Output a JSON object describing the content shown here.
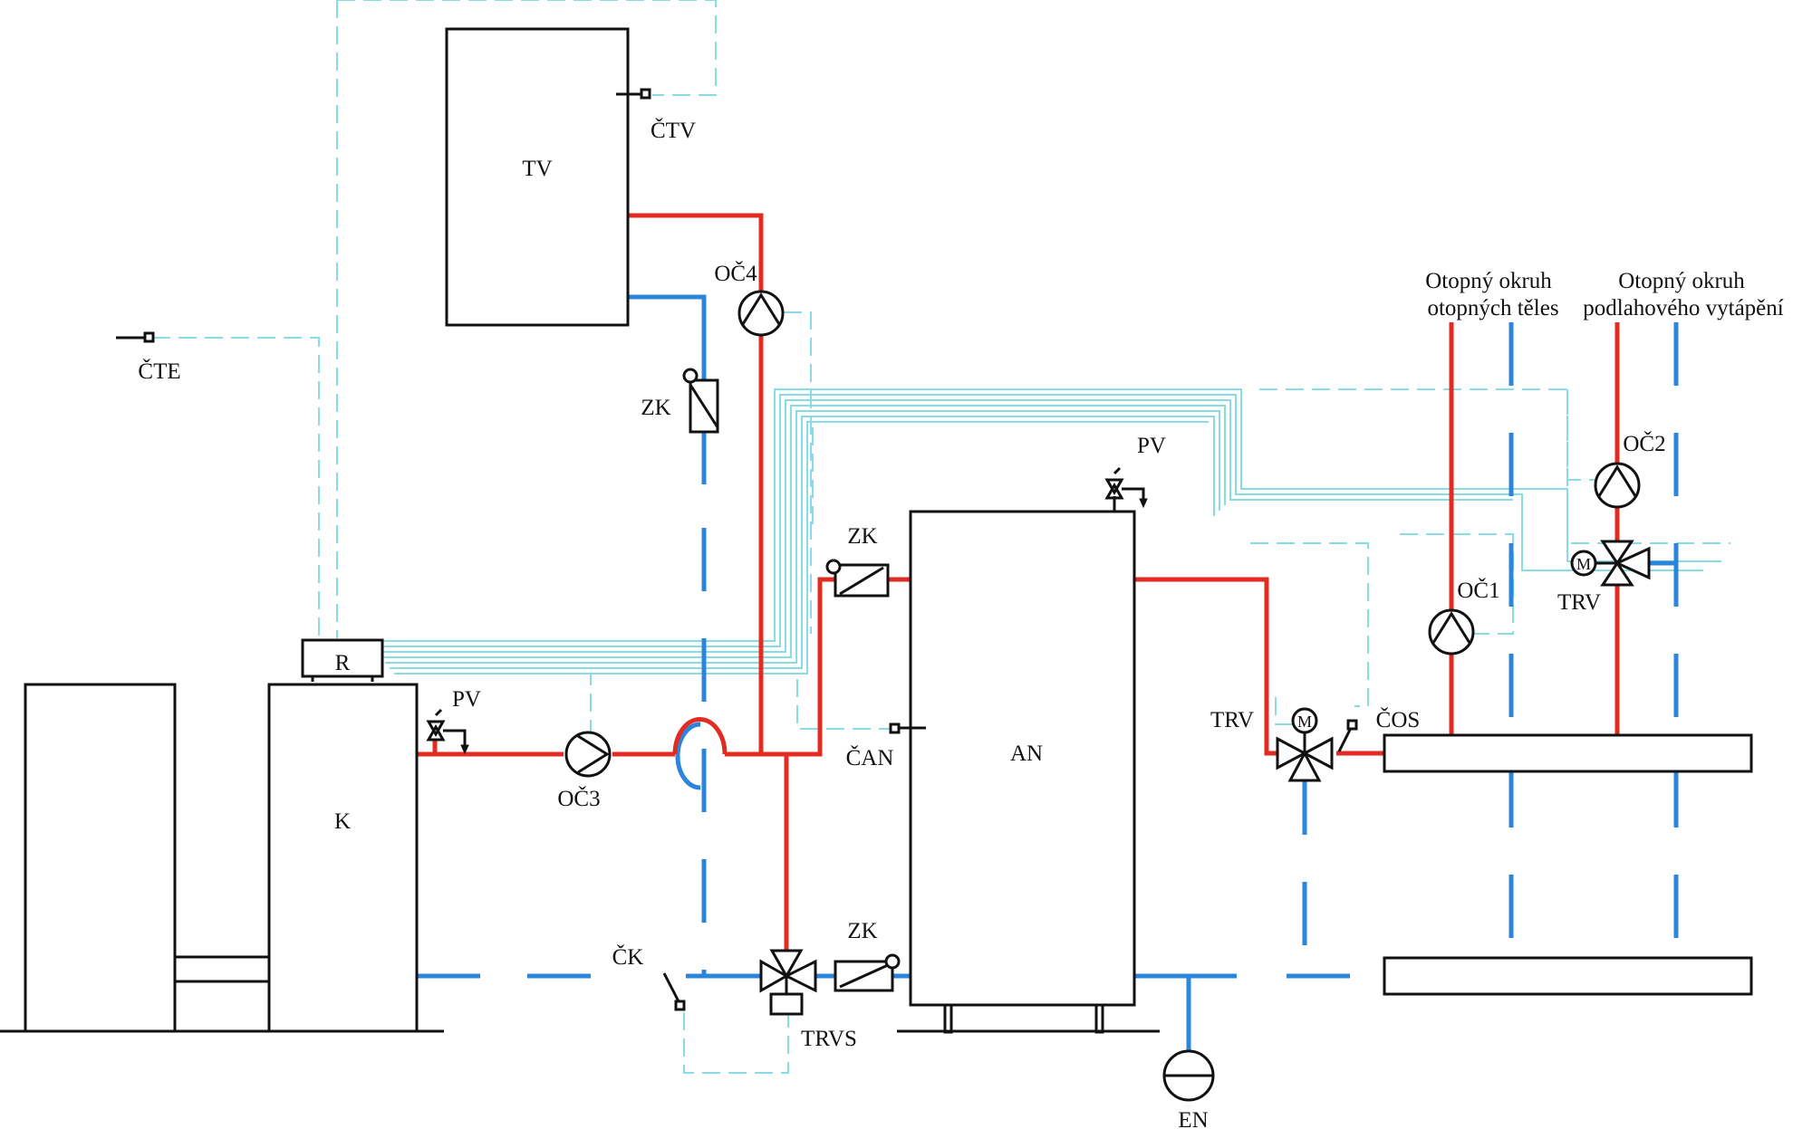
{
  "labels": {
    "tv": "TV",
    "ctv": "ČTV",
    "cte": "ČTE",
    "oc4": "OČ4",
    "zk_top": "ZK",
    "zk_mid": "ZK",
    "zk_bottom": "ZK",
    "r": "R",
    "k": "K",
    "pv_boiler": "PV",
    "pv_tank": "PV",
    "oc3": "OČ3",
    "can": "ČAN",
    "an": "AN",
    "ck": "ČK",
    "trvs": "TRVS",
    "en": "EN",
    "trv_main": "TRV",
    "cos": "ČOS",
    "oc1": "OČ1",
    "oc2": "OČ2",
    "trv_floor": "TRV",
    "m_main": "M",
    "m_floor": "M",
    "circuit1_line1": "Otopný okruh",
    "circuit1_line2": "otopných těles",
    "circuit2_line1": "Otopný okruh",
    "circuit2_line2": "podlahového vytápění"
  },
  "colors": {
    "supply": "#e32b22",
    "return": "#2c85dc",
    "signal": "#87dce6",
    "equipment": "#111111"
  },
  "icons": [
    "circulation-pump-icon",
    "three-way-valve-icon",
    "motor-actuator-icon",
    "check-valve-icon",
    "safety-valve-icon",
    "temperature-sensor-icon",
    "expansion-vessel-icon"
  ]
}
